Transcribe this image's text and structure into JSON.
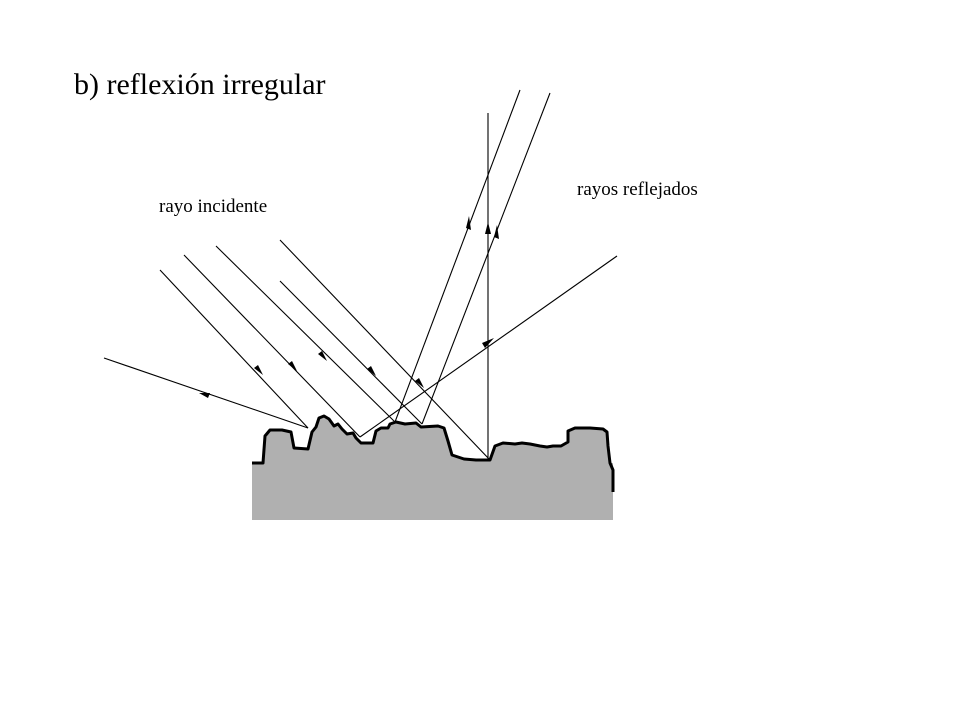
{
  "title": "b) reflexión irregular",
  "labels": {
    "incident": "rayo incidente",
    "reflected": "rayos reflejados"
  },
  "colors": {
    "surface_fill": "#b0b0b0",
    "outline": "#000000",
    "background": "#ffffff"
  }
}
